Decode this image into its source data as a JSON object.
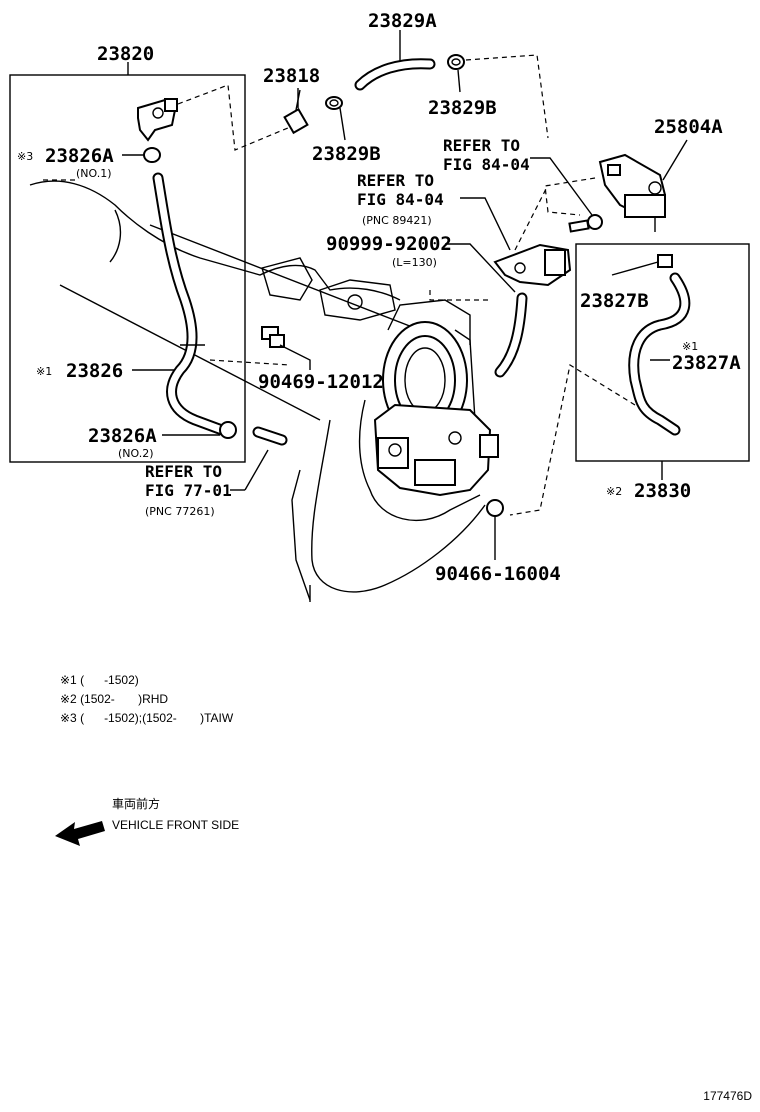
{
  "parts": {
    "p23820": "23820",
    "p23829A": "23829A",
    "p23818": "23818",
    "p23829B_top": "23829B",
    "p23829B": "23829B",
    "p25804A": "25804A",
    "p23826A_1": "23826A",
    "p23826A_1_prefix": "※3",
    "p23826A_1_note": "(NO.1)",
    "p23826": "23826",
    "p23826_prefix": "※1",
    "p23826A_2": "23826A",
    "p23826A_2_note": "(NO.2)",
    "p90469": "90469-12012",
    "p90999": "90999-92002",
    "p90999_note": "(L=130)",
    "p23827B": "23827B",
    "p23827A": "23827A",
    "p23827A_prefix": "※1",
    "p23830": "23830",
    "p23830_prefix": "※2",
    "p90466": "90466-16004"
  },
  "refs": {
    "ref1_line1": "REFER TO",
    "ref1_line2": "FIG 84-04",
    "ref2_line1": "REFER TO",
    "ref2_line2": "FIG 84-04",
    "ref2_pnc": "(PNC 89421)",
    "ref3_line1": "REFER TO",
    "ref3_line2": "FIG 77-01",
    "ref3_pnc": "(PNC 77261)"
  },
  "notes": {
    "note1": "※1 (      -1502)",
    "note2": "※2 (1502-       )RHD",
    "note3": "※3 (      -1502);(1502-       )TAIW"
  },
  "front": {
    "jp": "車両前方",
    "en": "VEHICLE FRONT SIDE"
  },
  "figure_id": "177476D"
}
